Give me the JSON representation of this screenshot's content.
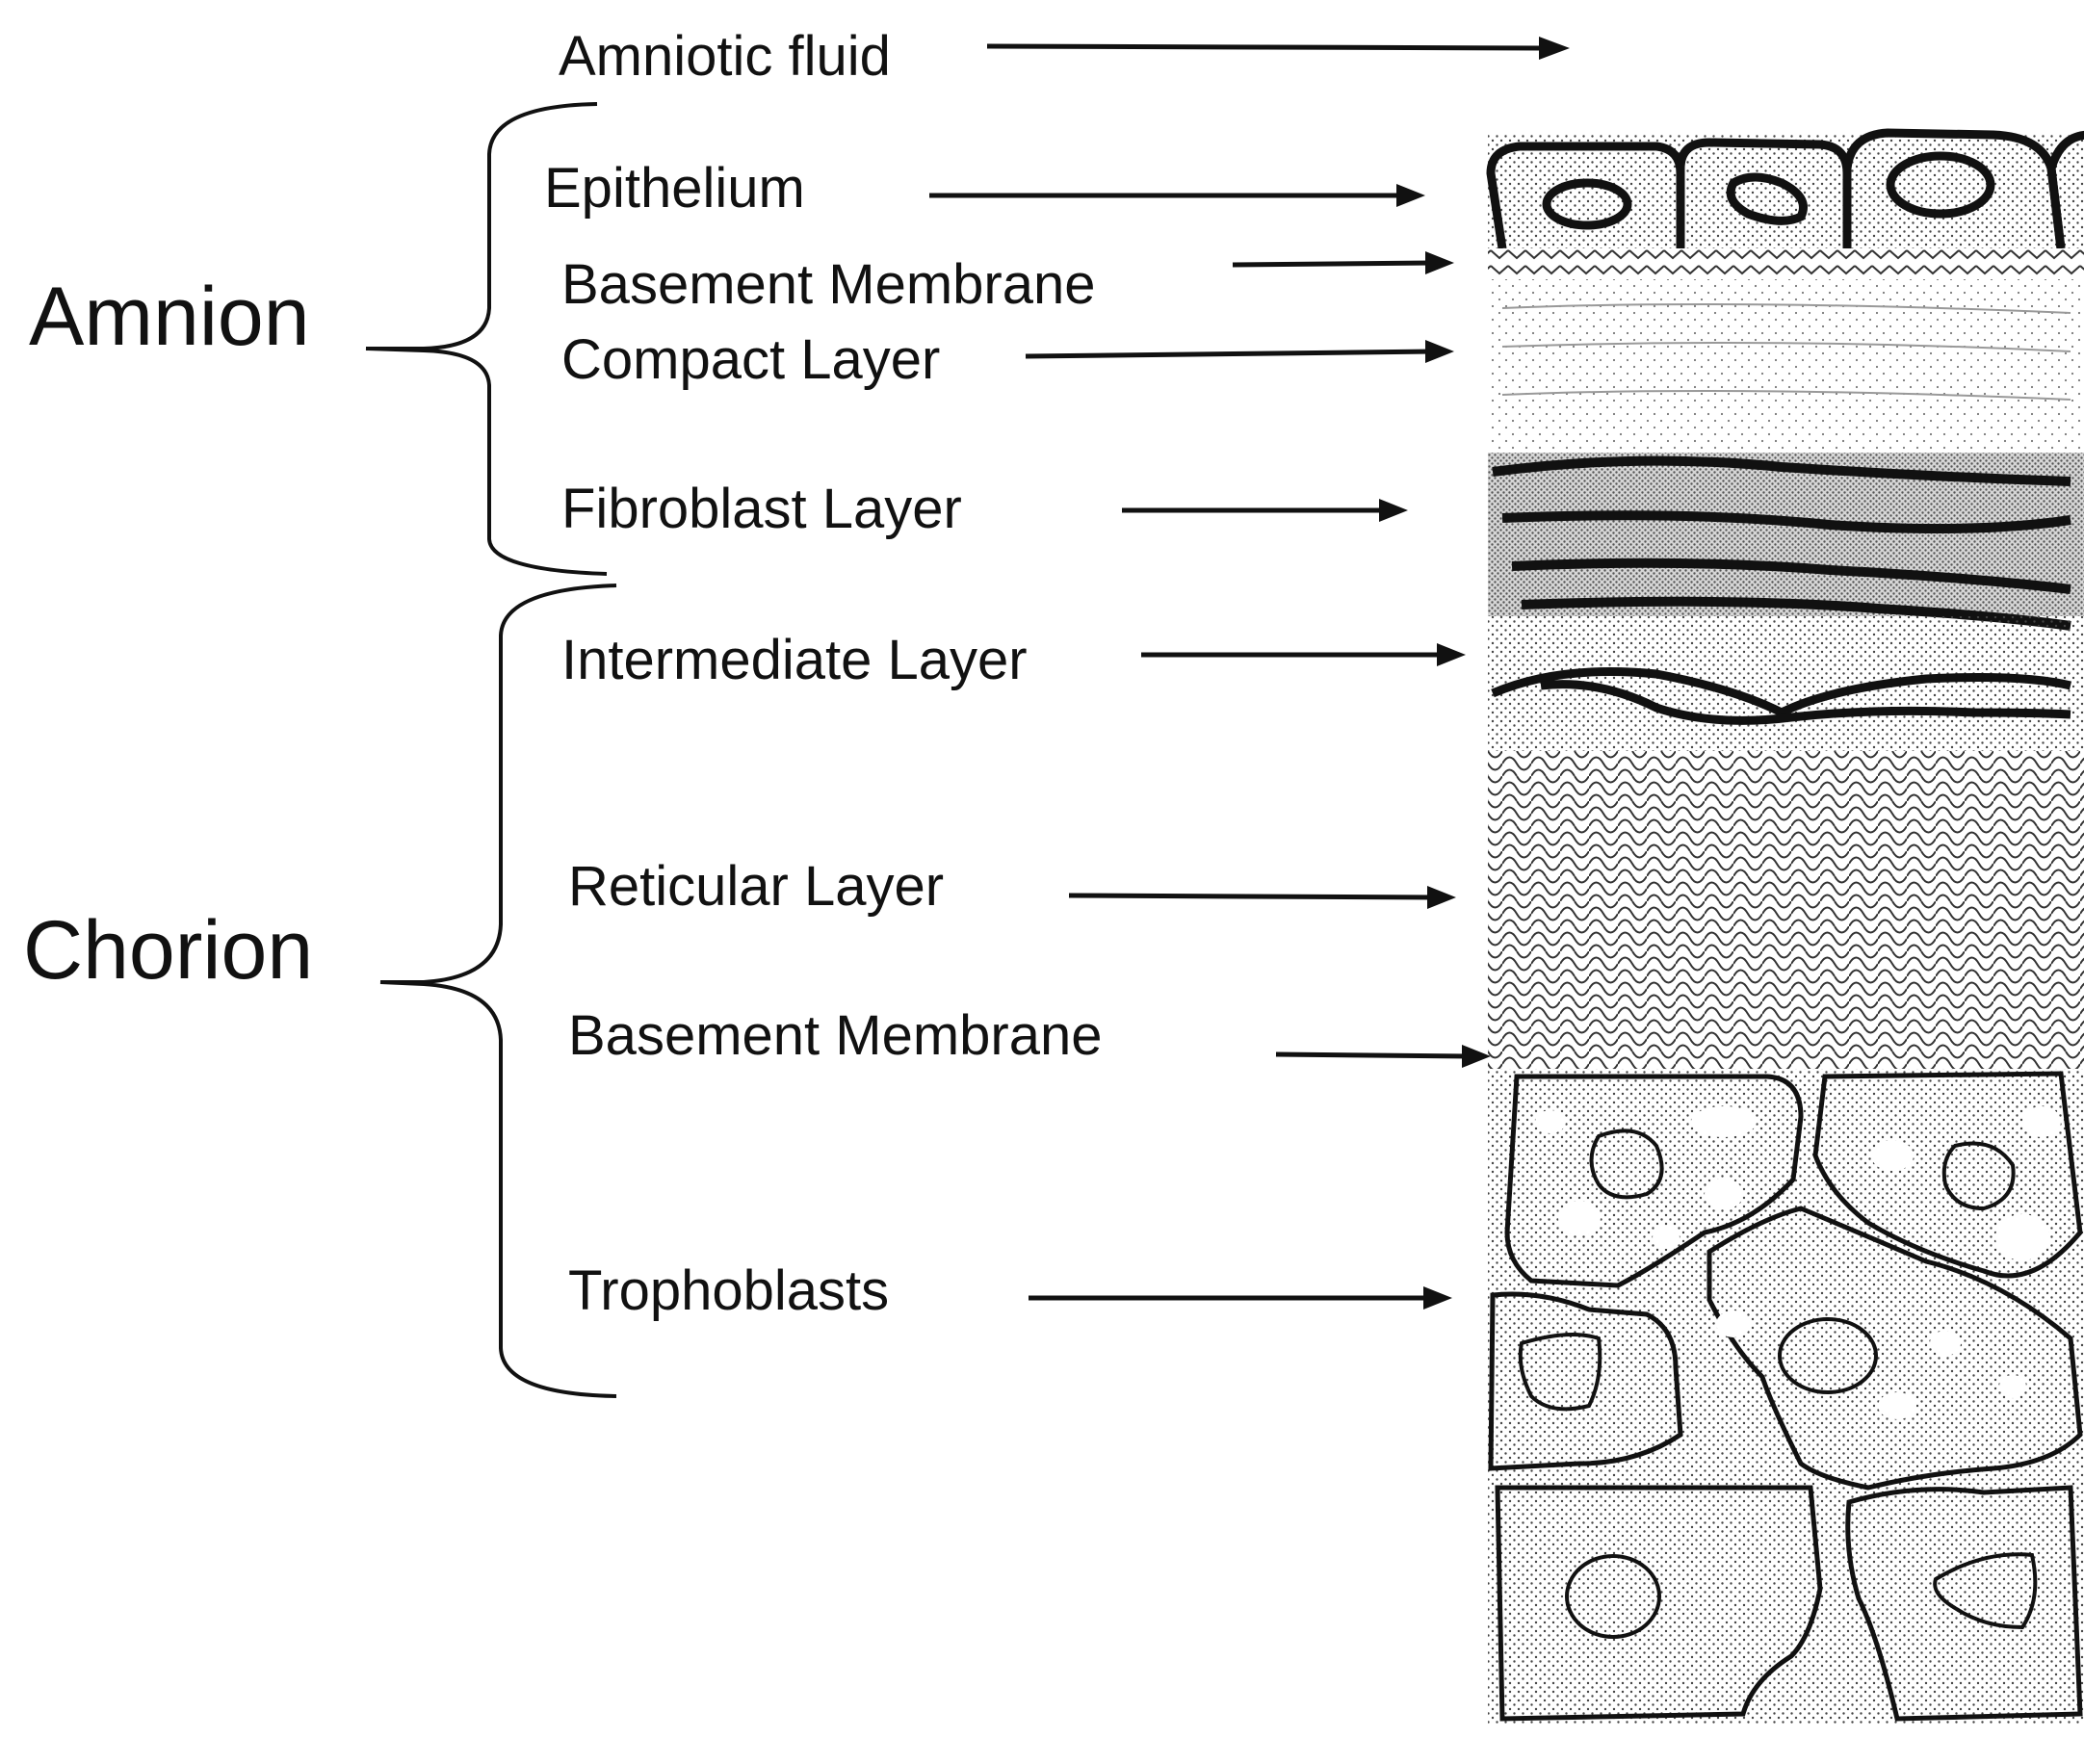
{
  "diagram": {
    "groups": {
      "amnion": "Amnion",
      "chorion": "Chorion"
    },
    "labels": {
      "amniotic_fluid": "Amniotic fluid",
      "epithelium": "Epithelium",
      "basement_membrane_amnion": "Basement Membrane",
      "compact_layer": "Compact Layer",
      "fibroblast_layer": "Fibroblast Layer",
      "intermediate_layer": "Intermediate Layer",
      "reticular_layer": "Reticular Layer",
      "basement_membrane_chorion": "Basement Membrane",
      "trophoblasts": "Trophoblasts"
    }
  }
}
